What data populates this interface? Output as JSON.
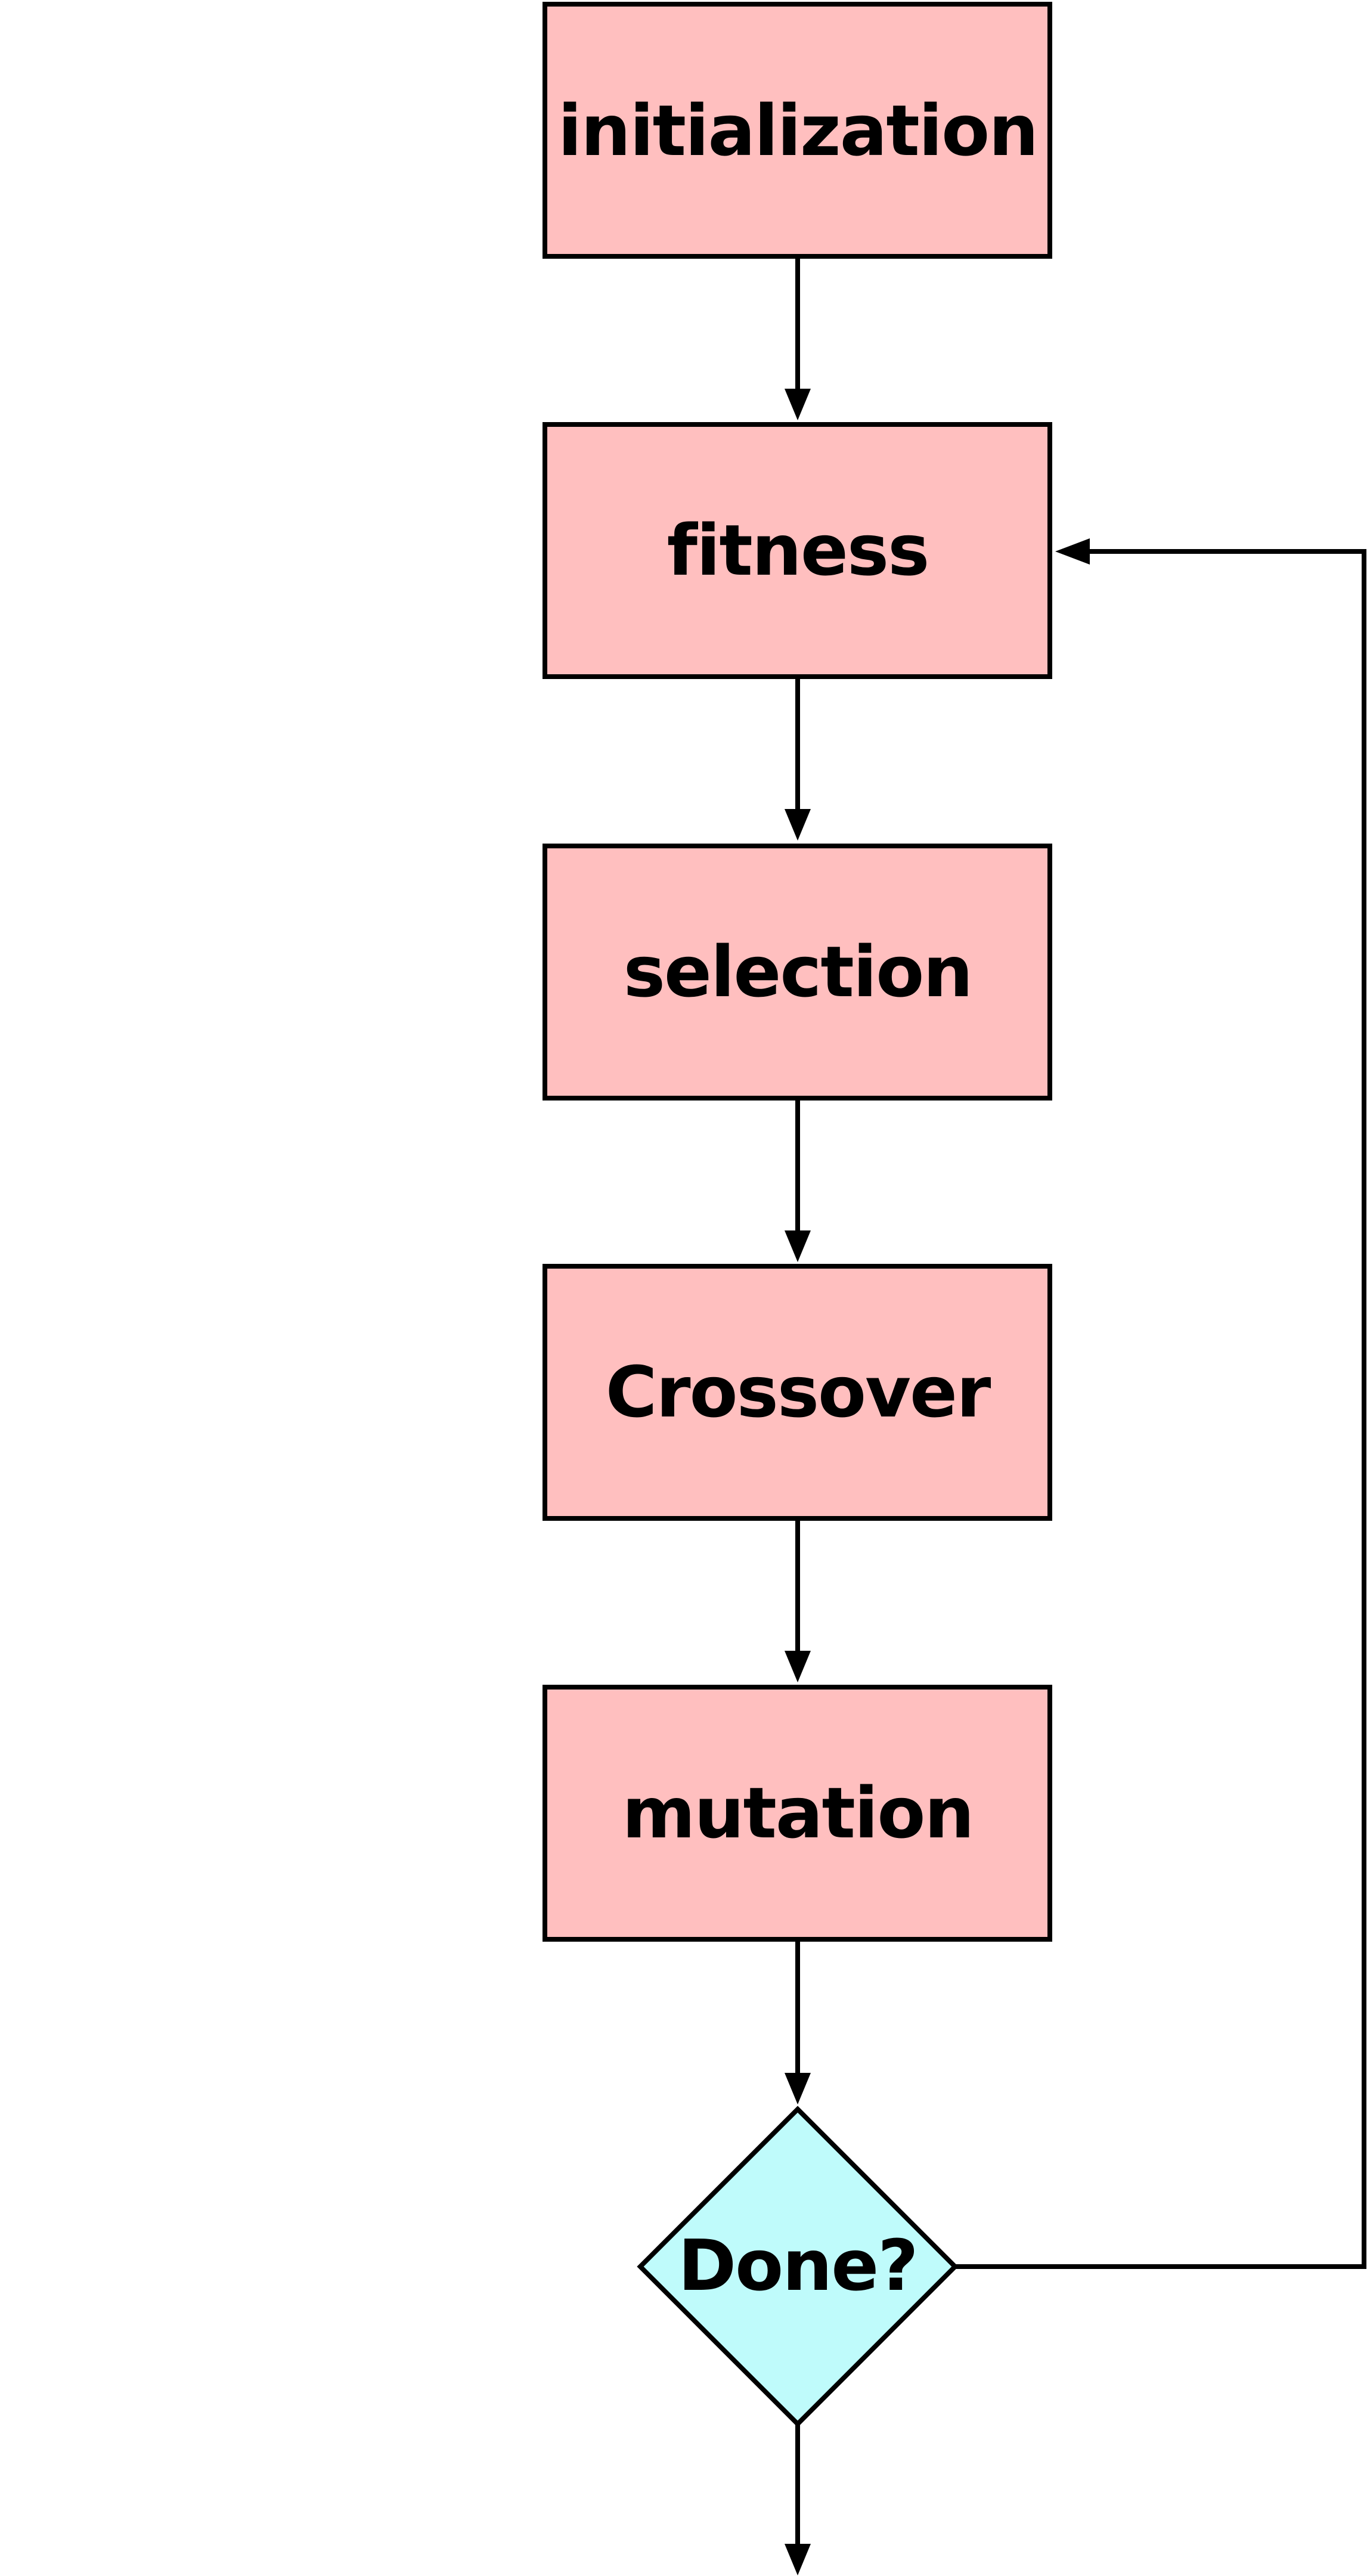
{
  "diagram": {
    "colors": {
      "process_fill": "#FFBFBF",
      "decision_fill": "#BFFBFB",
      "stroke": "#000000",
      "background": "#FFFFFF"
    },
    "nodes": [
      {
        "id": "initialization",
        "shape": "rect",
        "label": "initialization"
      },
      {
        "id": "fitness",
        "shape": "rect",
        "label": "fitness"
      },
      {
        "id": "selection",
        "shape": "rect",
        "label": "selection"
      },
      {
        "id": "crossover",
        "shape": "rect",
        "label": "Crossover"
      },
      {
        "id": "mutation",
        "shape": "rect",
        "label": "mutation"
      },
      {
        "id": "done",
        "shape": "diamond",
        "label": "Done?"
      }
    ],
    "edges": [
      {
        "from": "initialization",
        "to": "fitness"
      },
      {
        "from": "fitness",
        "to": "selection"
      },
      {
        "from": "selection",
        "to": "crossover"
      },
      {
        "from": "crossover",
        "to": "mutation"
      },
      {
        "from": "mutation",
        "to": "done"
      },
      {
        "from": "done",
        "to": "fitness"
      },
      {
        "from": "done",
        "to": "exit"
      }
    ]
  }
}
